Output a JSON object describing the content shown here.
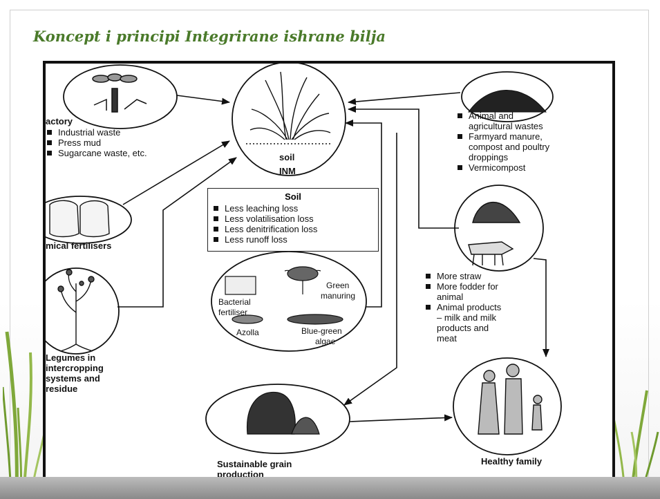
{
  "slide": {
    "title": "Koncept i principi Integrirane ishrane bilja"
  },
  "diagram": {
    "factory": {
      "heading": "actory",
      "items": [
        "Industrial waste",
        "Press mud",
        "Sugarcane waste, etc."
      ]
    },
    "chemical": {
      "label": "mical fertilisers"
    },
    "legumes": {
      "lines": [
        "Legumes in",
        "intercropping",
        "systems and",
        "residue"
      ]
    },
    "center": {
      "soil_label": "soil",
      "inm_label": "INM"
    },
    "soil_box": {
      "title": "Soil",
      "items": [
        "Less leaching loss",
        "Less volatilisation loss",
        "Less denitrification loss",
        "Less runoff loss"
      ]
    },
    "bio": {
      "bacterial": [
        "Bacterial",
        "fertiliser"
      ],
      "green": [
        "Green",
        "manuring"
      ],
      "azolla": "Azolla",
      "bluegreen": [
        "Blue-green",
        "algae"
      ]
    },
    "grain": {
      "lines": [
        "Sustainable grain",
        "production"
      ]
    },
    "wastes": {
      "items": [
        "Animal and agricultural wastes",
        "Farmyard manure, compost and poultry droppings",
        "Vermicompost"
      ],
      "item_lines": [
        [
          "Animal and",
          "agricultural wastes"
        ],
        [
          "Farmyard manure,",
          "compost and poultry",
          "droppings"
        ],
        [
          "Vermicompost"
        ]
      ]
    },
    "livestock": {
      "item_lines": [
        [
          "More straw"
        ],
        [
          "More fodder for",
          "animal"
        ],
        [
          "Animal products",
          "– milk and milk",
          "products and",
          "meat"
        ]
      ]
    },
    "family": {
      "label": "Healthy family"
    }
  },
  "colors": {
    "title": "#4a7a2a",
    "line": "#111111",
    "grass": "#7fa83a"
  }
}
